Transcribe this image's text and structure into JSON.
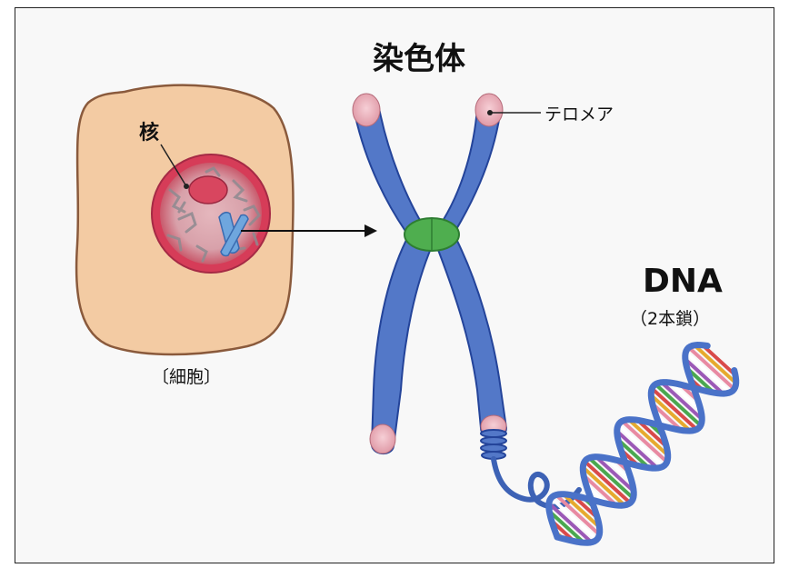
{
  "labels": {
    "chromosome": "染色体",
    "telomere": "テロメア",
    "nucleus": "核",
    "cell": "〔細胞〕",
    "dna": "DNA",
    "dna_sub": "（2本鎖）"
  },
  "colors": {
    "cell_fill": "#f3cba3",
    "cell_stroke": "#8a5a3c",
    "nucleus_fill": "#d93e5a",
    "nucleus_inner": "#c9a3a8",
    "chromatin": "#8e8a90",
    "chromosome": "#5378c8",
    "chromosome_stroke": "#24449a",
    "telomere": "#e6a5b0",
    "centromere": "#4fae4f",
    "dna_backbone": "#4a72c8",
    "base_pair_colors": [
      "#e6aa2e",
      "#d94a4a",
      "#4aa84f",
      "#9b59b6",
      "#ffffff",
      "#e88aa2"
    ]
  }
}
